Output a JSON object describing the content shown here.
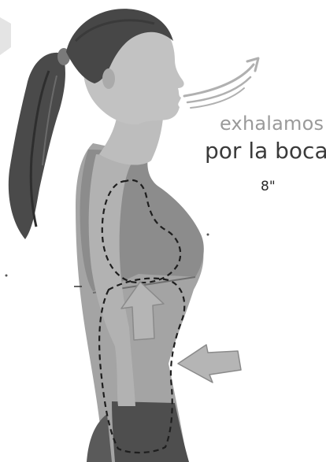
{
  "caption": {
    "line1": "exhalamos",
    "line2": "por la boca",
    "duration": "8\""
  },
  "colors": {
    "hair": "#454545",
    "skin": "#a9a9a9",
    "skin_light": "#c4c4c4",
    "top": "#8f8f8f",
    "arrow": "#b3b3b3",
    "dashed_outline": "#1e1e1e",
    "caption_light": "#9a9a9a",
    "caption_dark": "#3a3a3a"
  },
  "icons": {
    "exhale_breath": "curved-arrow-icon",
    "abdomen_up": "up-arrow-icon",
    "abdomen_in": "left-arrow-icon"
  }
}
